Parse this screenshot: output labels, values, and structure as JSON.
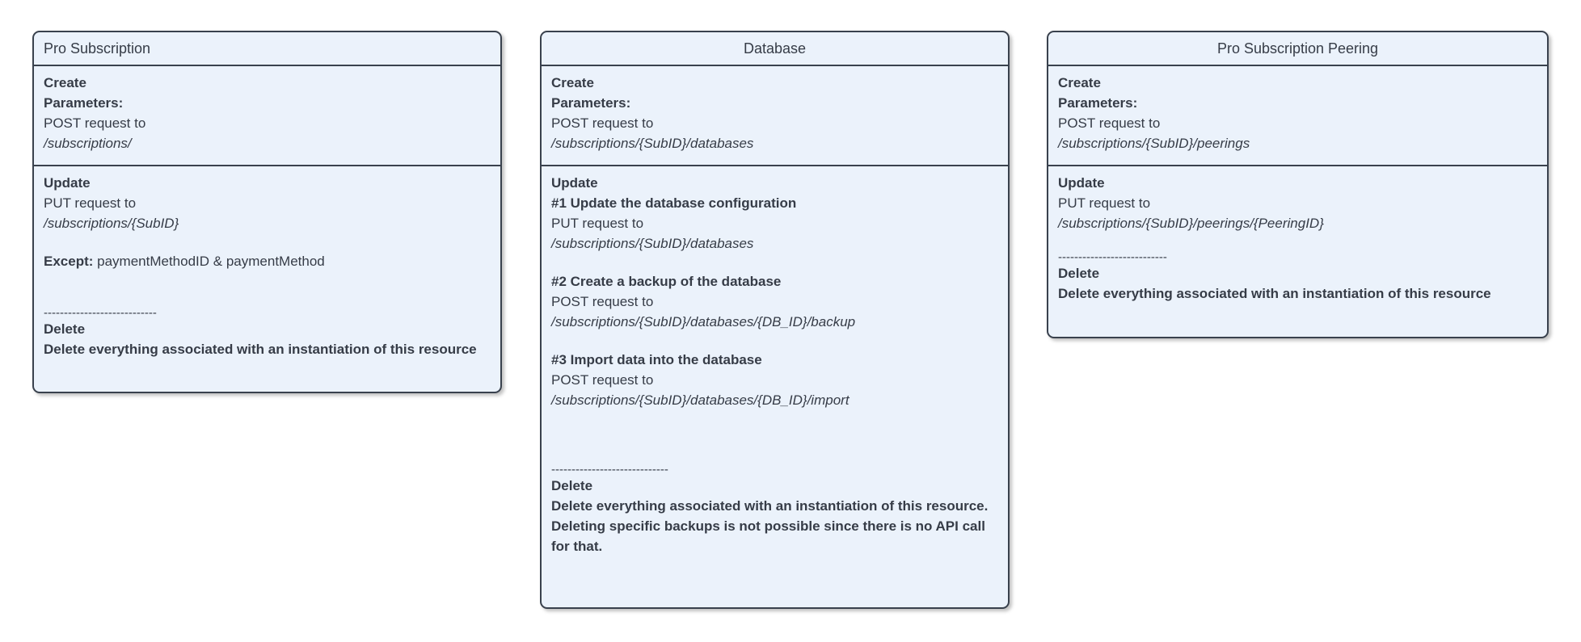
{
  "colors": {
    "box_fill": "#ebf2fb",
    "box_border": "#39414d",
    "text": "#363c47",
    "page_bg": "#ffffff"
  },
  "boxes": [
    {
      "id": "pro-subscription",
      "title": "Pro Subscription",
      "title_align": "left",
      "create": {
        "heading": "Create",
        "parameters_label": "Parameters:",
        "request_line": "POST request to",
        "endpoint": "/subscriptions/"
      },
      "body": [
        {
          "style": "bold",
          "text": "Update"
        },
        {
          "style": "normal",
          "text": "PUT request to"
        },
        {
          "style": "italic",
          "text": "/subscriptions/{SubID}"
        },
        {
          "style": "blank",
          "text": ""
        },
        {
          "style": "mixed",
          "bold": "Except:",
          "text": " paymentMethodID & paymentMethod"
        },
        {
          "style": "blank",
          "text": ""
        },
        {
          "style": "blank",
          "text": ""
        },
        {
          "style": "dashes",
          "text": "----------------------------"
        },
        {
          "style": "bold",
          "text": "Delete"
        },
        {
          "style": "bold",
          "text": "Delete everything associated with an instantiation of this resource"
        }
      ]
    },
    {
      "id": "database",
      "title": "Database",
      "title_align": "center",
      "create": {
        "heading": "Create",
        "parameters_label": "Parameters:",
        "request_line": "POST request to",
        "endpoint": "/subscriptions/{SubID}/databases"
      },
      "body": [
        {
          "style": "bold",
          "text": "Update"
        },
        {
          "style": "bold",
          "text": "#1 Update the database configuration"
        },
        {
          "style": "normal",
          "text": "PUT request to"
        },
        {
          "style": "italic",
          "text": "/subscriptions/{SubID}/databases"
        },
        {
          "style": "blank",
          "text": ""
        },
        {
          "style": "bold",
          "text": "#2 Create a backup of the database"
        },
        {
          "style": "normal",
          "text": "POST request to"
        },
        {
          "style": "italic",
          "text": "/subscriptions/{SubID}/databases/{DB_ID}/backup"
        },
        {
          "style": "blank",
          "text": ""
        },
        {
          "style": "bold",
          "text": "#3 Import data into the database"
        },
        {
          "style": "normal",
          "text": "POST request to"
        },
        {
          "style": "italic",
          "text": "/subscriptions/{SubID}/databases/{DB_ID}/import"
        },
        {
          "style": "blank",
          "text": ""
        },
        {
          "style": "blank",
          "text": ""
        },
        {
          "style": "blank",
          "text": ""
        },
        {
          "style": "dashes",
          "text": "-----------------------------"
        },
        {
          "style": "bold",
          "text": "Delete"
        },
        {
          "style": "bold",
          "text": "Delete everything associated with an instantiation of this resource. Deleting specific backups is not possible since there is no API call for that."
        }
      ]
    },
    {
      "id": "pro-subscription-peering",
      "title": "Pro Subscription Peering",
      "title_align": "center",
      "create": {
        "heading": "Create",
        "parameters_label": "Parameters:",
        "request_line": "POST request to",
        "endpoint": "/subscriptions/{SubID}/peerings"
      },
      "body": [
        {
          "style": "bold",
          "text": "Update"
        },
        {
          "style": "normal",
          "text": "PUT request to"
        },
        {
          "style": "italic",
          "text": "/subscriptions/{SubID}/peerings/{PeeringID}"
        },
        {
          "style": "blank",
          "text": ""
        },
        {
          "style": "dashes",
          "text": "---------------------------"
        },
        {
          "style": "bold",
          "text": "Delete"
        },
        {
          "style": "bold",
          "text": "Delete everything associated with an instantiation of this resource"
        }
      ]
    }
  ]
}
